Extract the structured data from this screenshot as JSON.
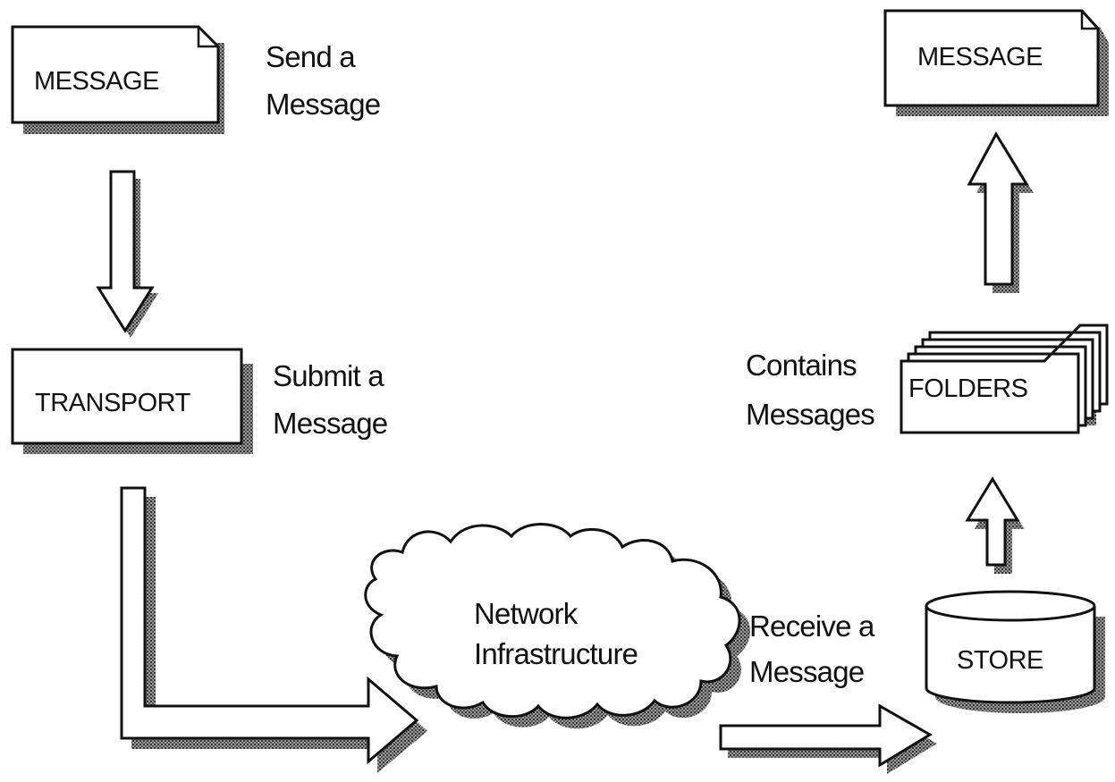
{
  "boxes": {
    "message_send": "MESSAGE",
    "transport": "TRANSPORT",
    "message_read": "MESSAGE",
    "folders": "FOLDERS",
    "store": "STORE"
  },
  "cloud": {
    "line1": "Network",
    "line2": "Infrastructure"
  },
  "labels": {
    "send": [
      "Send a",
      "Message"
    ],
    "submit": [
      "Submit a",
      "Message"
    ],
    "contains": [
      "Contains",
      "Messages"
    ],
    "receive": [
      "Receive a",
      "Message"
    ]
  }
}
